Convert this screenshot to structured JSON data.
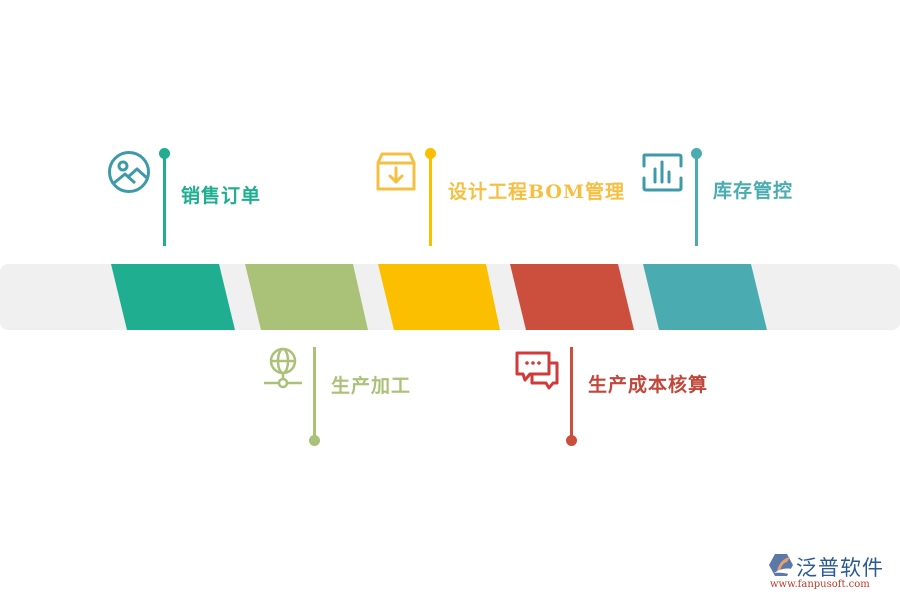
{
  "diagram": {
    "type": "timeline",
    "bar_color": "#f0f0f0",
    "steps": [
      {
        "label": "销售订单",
        "color": "#1fae8f",
        "position": "top",
        "icon": "image-landscape-icon"
      },
      {
        "label": "生产加工",
        "color": "#a9c277",
        "position": "bottom",
        "icon": "globe-network-icon"
      },
      {
        "label": "设计工程BOM管理",
        "color": "#fbbf00",
        "position": "top",
        "icon": "box-download-icon"
      },
      {
        "label": "生产成本核算",
        "color": "#cb4f3c",
        "position": "bottom",
        "icon": "chat-bubbles-icon"
      },
      {
        "label": "库存管控",
        "color": "#4aacb0",
        "position": "top",
        "icon": "bar-chart-frame-icon"
      }
    ]
  },
  "logo": {
    "name": "泛普软件",
    "url": "www.fanpusoft.com"
  }
}
